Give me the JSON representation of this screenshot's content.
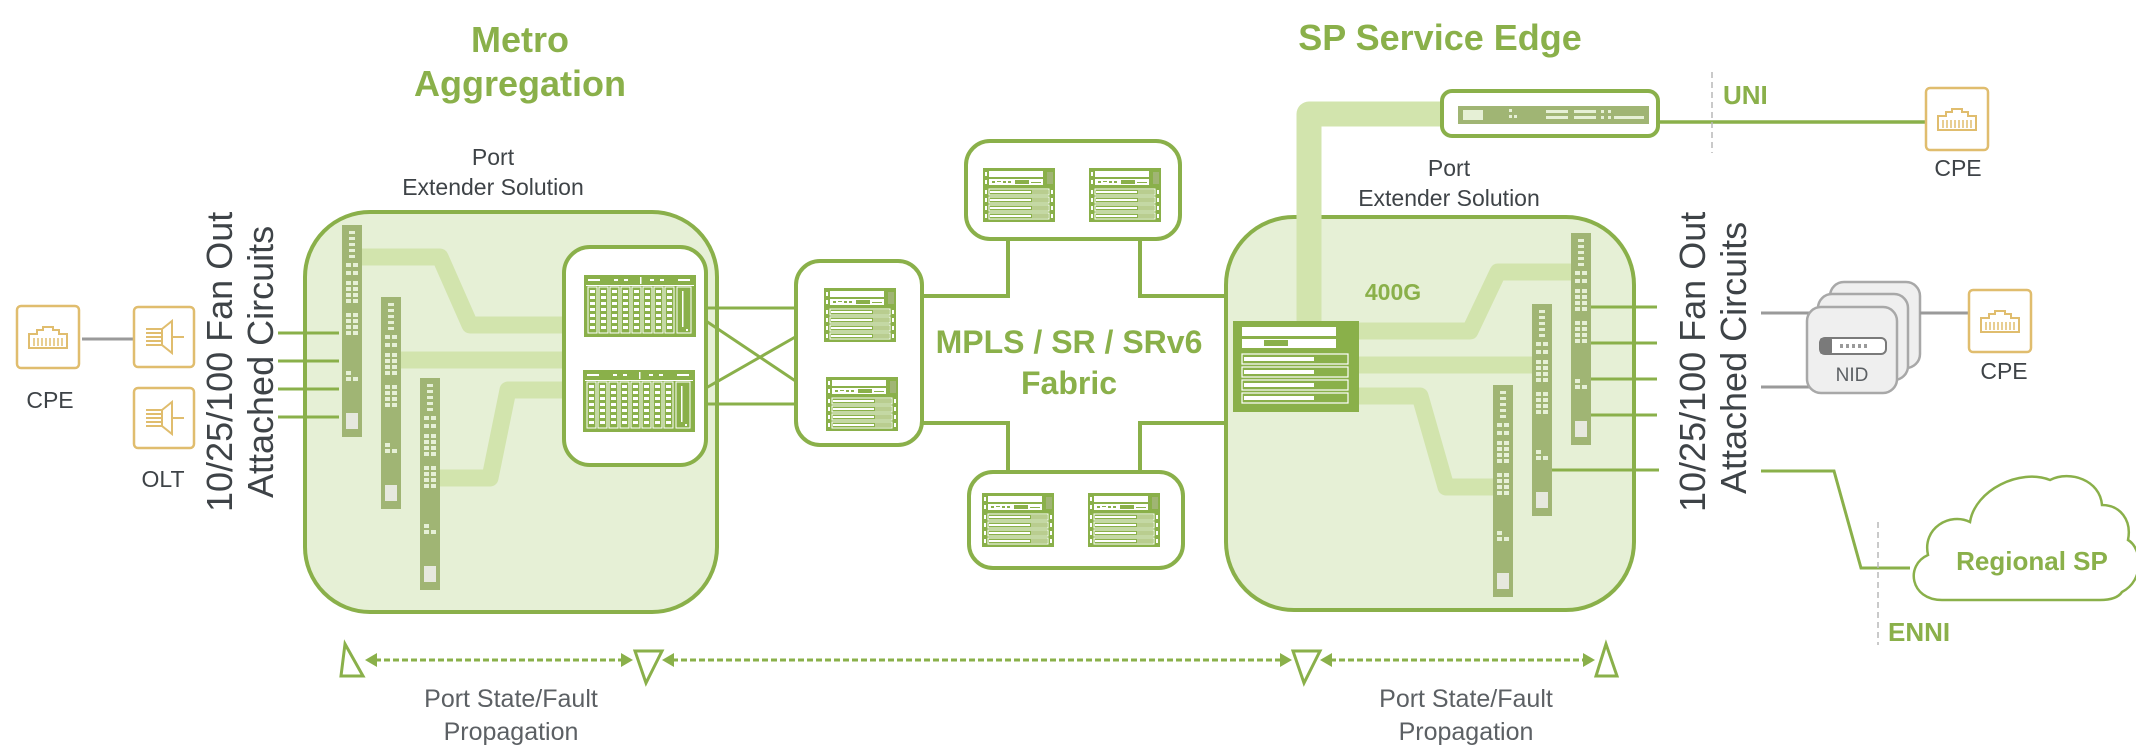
{
  "colors": {
    "green": "#8ab04a",
    "green_light_fill": "#e6f0d6",
    "green_band": "#d2e4ad",
    "device_dark": "#a0b574",
    "cpe_gold": "#e0bd6e",
    "gray_line": "#9a9a9a",
    "text_dark": "#3e4347"
  },
  "sections": {
    "metro": {
      "title_line1": "Metro",
      "title_line2": "Aggregation",
      "subtitle_line1": "Port",
      "subtitle_line2": "Extender Solution"
    },
    "sp_edge": {
      "title": "SP Service Edge",
      "subtitle_line1": "Port",
      "subtitle_line2": "Extender Solution",
      "bandwidth_label": "400G"
    },
    "fabric": {
      "label_line1": "MPLS / SR / SRv6",
      "label_line2": "Fabric"
    }
  },
  "left_side": {
    "fanout_line1": "10/25/100 Fan Out",
    "fanout_line2": "Attached Circuits",
    "cpe_label": "CPE",
    "olt_label": "OLT"
  },
  "right_side": {
    "fanout_line1": "10/25/100 Fan Out",
    "fanout_line2": "Attached Circuits",
    "nid_label": "NID",
    "cpe_label": "CPE",
    "uni_label": "UNI",
    "uni_cpe_label": "CPE",
    "enni_label": "ENNI",
    "regional_sp_label": "Regional SP"
  },
  "propagation": {
    "left_line1": "Port State/Fault",
    "left_line2": "Propagation",
    "right_line1": "Port State/Fault",
    "right_line2": "Propagation"
  }
}
